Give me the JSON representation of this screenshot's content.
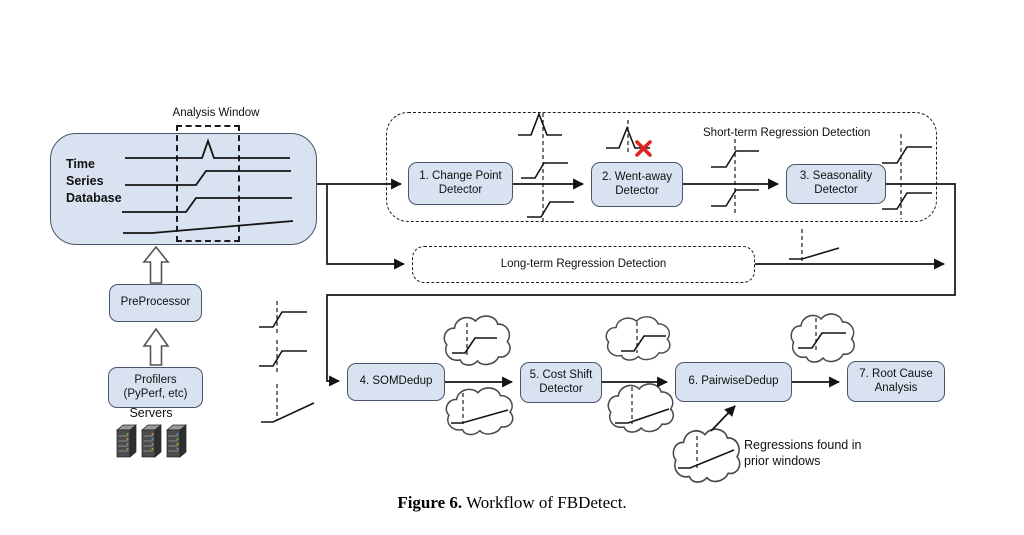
{
  "analysis_window": {
    "label": "Analysis Window"
  },
  "database": {
    "label": "Time\nSeries\nDatabase"
  },
  "preprocessor": {
    "label": "PreProcessor"
  },
  "profilers": {
    "label": "Profilers\n(PyPerf, etc)"
  },
  "servers": {
    "label": "Servers"
  },
  "short_term": {
    "label": "Short-term Regression Detection"
  },
  "long_term": {
    "label": "Long-term Regression Detection"
  },
  "detectors": [
    {
      "label": "1. Change Point\nDetector"
    },
    {
      "label": "2. Went-away\nDetector"
    },
    {
      "label": "3. Seasonality\nDetector"
    },
    {
      "label": "4. SOMDedup"
    },
    {
      "label": "5. Cost Shift\nDetector"
    },
    {
      "label": "6. PairwiseDedup"
    },
    {
      "label": "7. Root Cause\nAnalysis"
    }
  ],
  "annotation": {
    "label": "Regressions found in\nprior windows"
  },
  "caption": {
    "prefix": "Figure 6.",
    "text": " Workflow of FBDetect."
  },
  "icons": {
    "servers": "server-rack-icon",
    "flow_arrows": "up-arrow-icon",
    "went_away": "red-x-icon",
    "prior_windows": "cloud-icon"
  },
  "colors": {
    "box_fill": "#d9e2f0",
    "box_border": "#49566a",
    "line": "#141414",
    "dashed": "#1c1c1c",
    "cloud_stroke": "#4a4a4a",
    "x_mark": "#df231d",
    "server_front": "#4c4c4c",
    "server_side": "#2f2f2f",
    "server_top": "#9a9a9a",
    "page_bg": "#ffffff",
    "text": "#111111"
  }
}
